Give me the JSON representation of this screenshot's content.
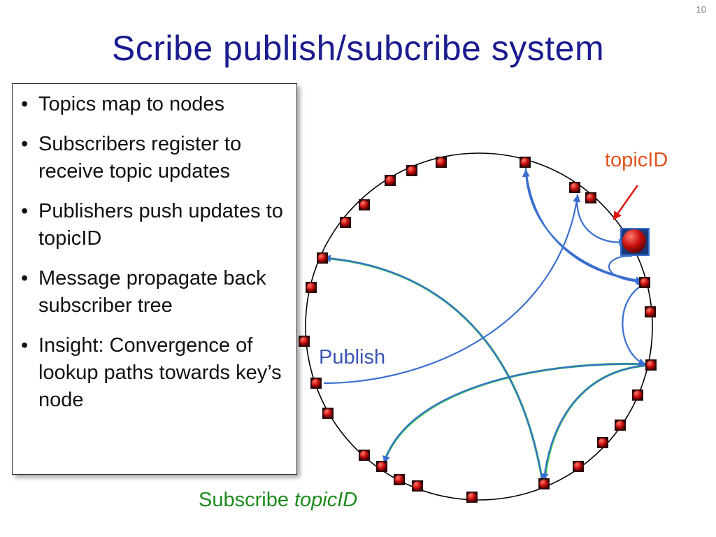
{
  "slide": {
    "number": "10",
    "title": "Scribe publish/subcribe system"
  },
  "bullets": [
    "Topics map to nodes",
    "Subscribers register to receive topic updates",
    "Publishers push updates to topicID",
    "Message propagate back subscriber tree",
    "Insight:  Convergence of lookup paths towards key’s node"
  ],
  "diagram": {
    "labels": {
      "topic_id": "topicID",
      "publish": "Publish",
      "subscribe_word": "Subscribe",
      "subscribe_topic": "topicID"
    },
    "colors": {
      "ring": "#000000",
      "node": "#cc1010",
      "topic_node_border": "#3a6fcf",
      "publish_path": "#3a6fcf",
      "subscribe_path": "#2ecc40",
      "topic_arrow": "#e01515",
      "label_topic": "#e2531f",
      "label_publish": "#3b54b4",
      "label_subscribe": "#1d8c1d"
    }
  }
}
